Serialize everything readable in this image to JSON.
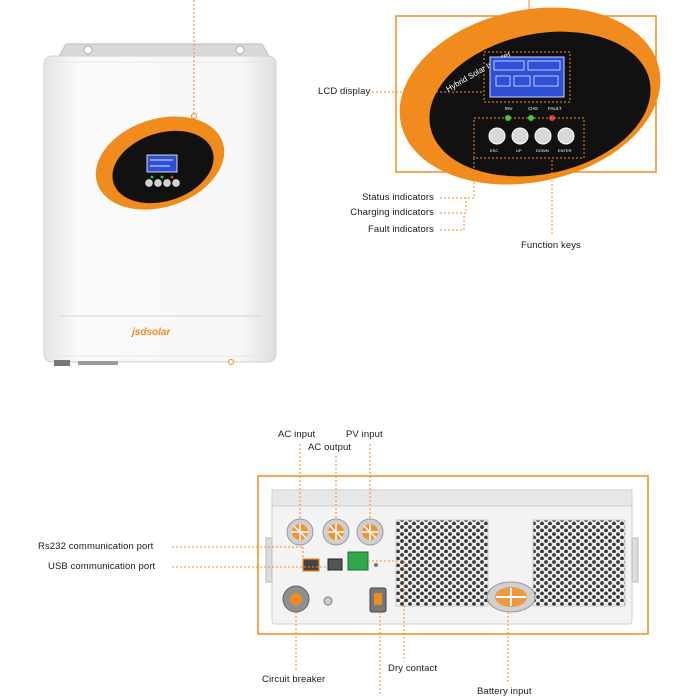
{
  "colors": {
    "accent": "#f28b1e",
    "lcd": "#2f4fd6",
    "panel_black": "#111111",
    "housing": "#f2f2f2",
    "leader": "#f28b1e"
  },
  "front_panel": {
    "brand": "jsdsolar",
    "ring_text": "Hybrid Solar Inverter",
    "indicator_labels": [
      "INV",
      "CHG",
      "FAULT"
    ],
    "key_labels": [
      "ESC",
      "UP",
      "DOWN",
      "ENTER"
    ]
  },
  "callouts": {
    "lcd_display": "LCD display",
    "status_indicators": "Status indicators",
    "charging_indicators": "Charging indicators",
    "fault_indicators": "Fault indicators",
    "function_keys": "Function keys",
    "ac_input": "AC input",
    "ac_output": "AC output",
    "pv_input": "PV input",
    "rs232_port": "Rs232 communication port",
    "usb_port": "USB communication port",
    "circuit_breaker": "Circuit breaker",
    "dry_contact": "Dry contact",
    "battery_input": "Battery input"
  }
}
